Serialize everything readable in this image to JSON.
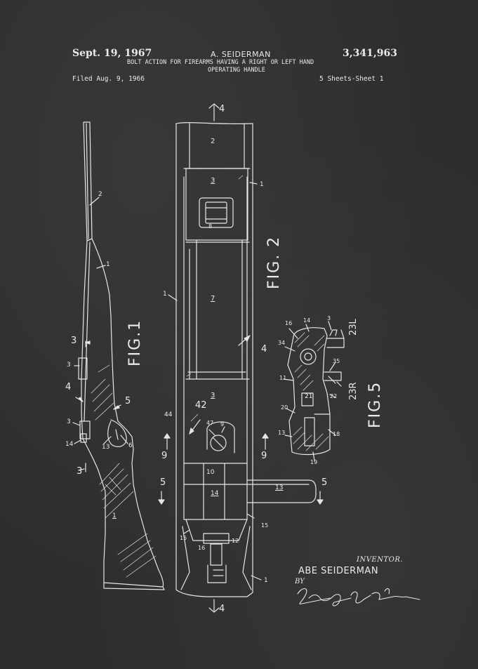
{
  "header": {
    "date": "Sept. 19, 1967",
    "inventor_header": "A. SEIDERMAN",
    "patent_number": "3,341,963",
    "title_line1": "BOLT ACTION FOR FIREARMS HAVING A RIGHT OR LEFT HAND",
    "title_line2": "OPERATING HANDLE",
    "filed": "Filed Aug. 9, 1966",
    "sheets": "5 Sheets-Sheet 1"
  },
  "figures": {
    "fig1": "FIG.1",
    "fig2": "FIG. 2",
    "fig5": "FIG.5"
  },
  "reference_numerals": {
    "fig1": [
      "2",
      "1",
      "3",
      "3",
      "4",
      "5",
      "3",
      "14",
      "13",
      "6",
      "3",
      "1"
    ],
    "fig2": [
      "4",
      "2",
      "1",
      "3",
      "8",
      "1",
      "7",
      "4",
      "3",
      "44",
      "42",
      "47",
      "9",
      "9",
      "9",
      "10",
      "5",
      "5",
      "13",
      "14",
      "15",
      "15",
      "16",
      "12",
      "1",
      "4"
    ],
    "fig5": [
      "16",
      "14",
      "3",
      "23L",
      "34",
      "11",
      "35",
      "21",
      "22",
      "23R",
      "20",
      "13",
      "18",
      "19"
    ]
  },
  "footer": {
    "inventor_label": "INVENTOR.",
    "inventor_name": "ABE SEIDERMAN",
    "by_label": "BY",
    "signature": "Lloyd J Andres"
  },
  "colors": {
    "background": "#2d2e2e",
    "ink": "#eaeaea"
  }
}
